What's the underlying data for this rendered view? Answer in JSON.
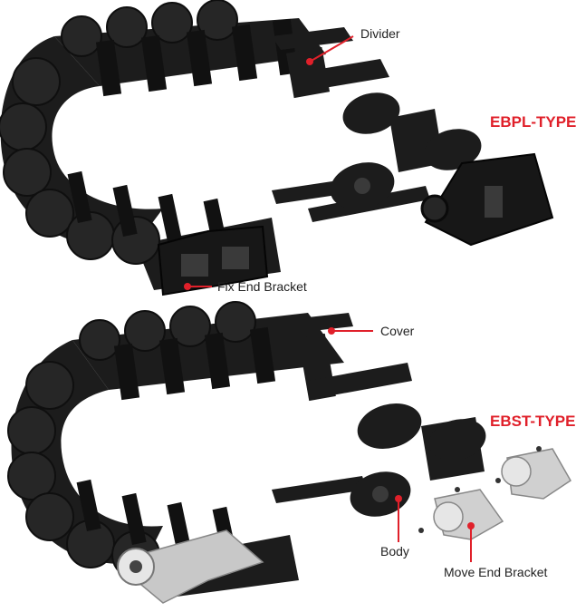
{
  "accent_color": "#e0202a",
  "chain_color": "#1c1c1c",
  "bracket_color": "#c8c8c8",
  "sections": [
    {
      "title": "EBPL-TYPE",
      "callouts": [
        "Divider",
        "Fix End Bracket"
      ]
    },
    {
      "title": "EBST-TYPE",
      "callouts": [
        "Cover",
        "Body",
        "Move End Bracket"
      ]
    }
  ]
}
